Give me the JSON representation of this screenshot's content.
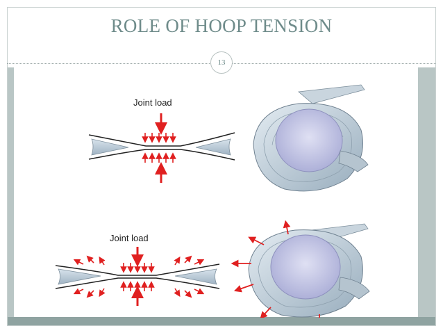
{
  "slide": {
    "title": "ROLE OF HOOP TENSION",
    "page_number": "13"
  },
  "figure": {
    "top_label": "Joint load",
    "bottom_label": "Joint load"
  },
  "colors": {
    "title": "#6e8b8a",
    "accent_bar": "#b9c6c5",
    "arrow": "#e02020",
    "meniscus": "#b7c9d6",
    "condyle": "#c8cbe8"
  }
}
